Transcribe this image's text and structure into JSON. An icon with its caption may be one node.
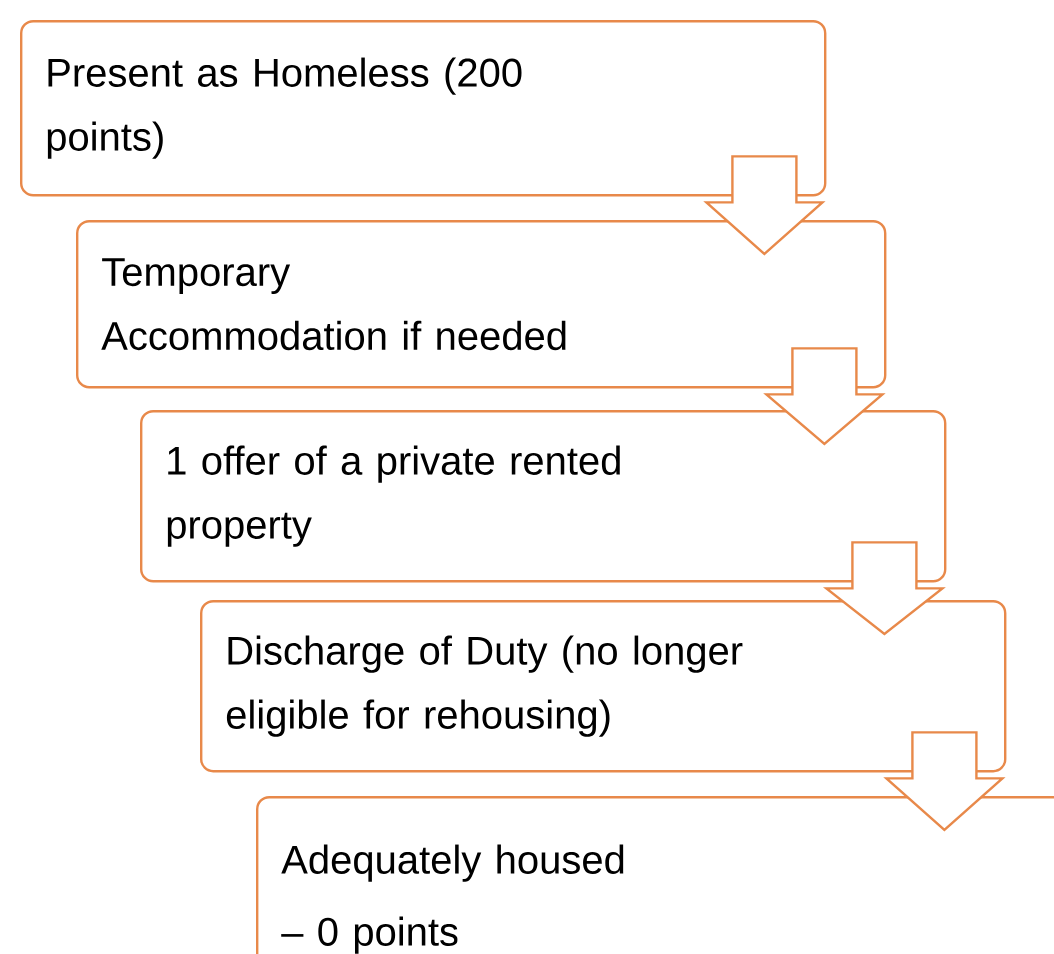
{
  "diagram": {
    "nodes": [
      {
        "text": [
          "Present as Homeless (200 points)"
        ]
      },
      {
        "text": [
          "Temporary Accommodation if needed"
        ]
      },
      {
        "text": [
          "1 offer of a private rented property"
        ]
      },
      {
        "text": [
          "Discharge of Duty (no longer eligible for rehousing)"
        ]
      },
      {
        "text": [
          "Adequately housed – 0 points"
        ]
      }
    ],
    "edges": [
      {
        "from": 0,
        "to": 1,
        "arrow": "to"
      },
      {
        "from": 1,
        "to": 2,
        "arrow": "to"
      },
      {
        "from": 2,
        "to": 3,
        "arrow": "to"
      },
      {
        "from": 3,
        "to": 4,
        "arrow": "to"
      }
    ]
  }
}
